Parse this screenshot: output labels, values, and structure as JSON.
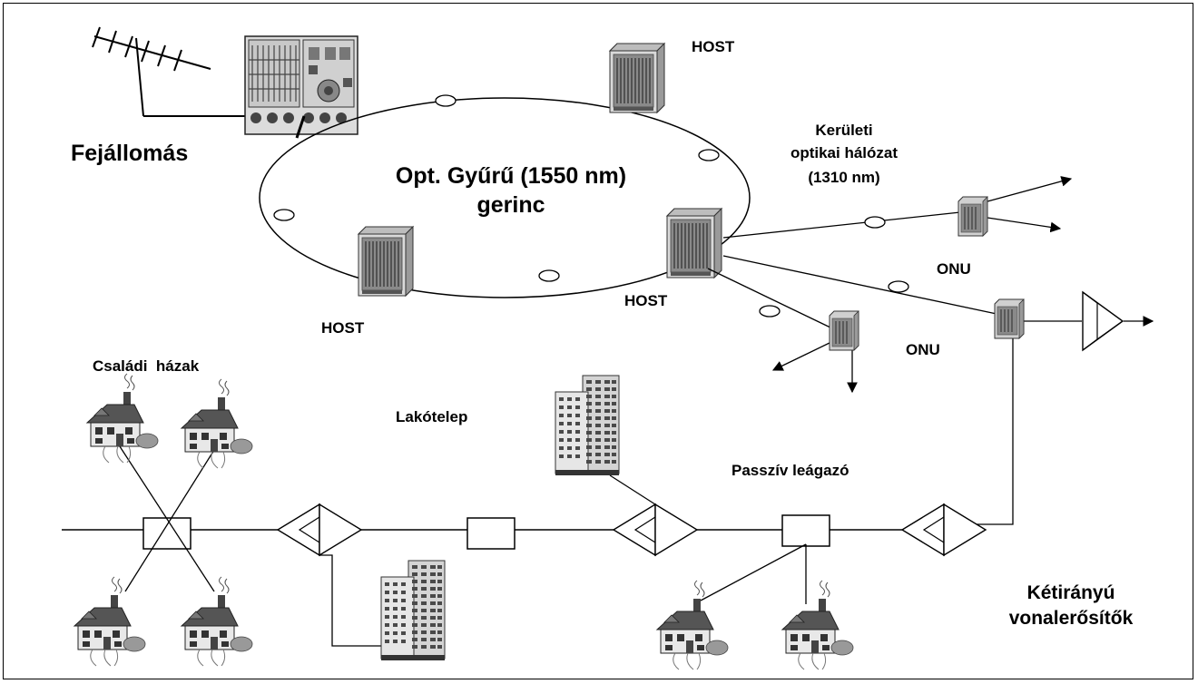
{
  "labels": {
    "headend": "Fejállomás",
    "ring_line1": "Opt. Gyűrű (1550 nm)",
    "ring_line2": "gerinc",
    "host_top": "HOST",
    "host_left": "HOST",
    "host_right": "HOST",
    "district_line1": "Kerületi",
    "district_line2": "optikai hálózat",
    "district_line3": "(1310 nm)",
    "onu_top": "ONU",
    "onu_bottom": "ONU",
    "family_houses": "Családi  házak",
    "housing_estate": "Lakótelep",
    "passive_splitter": "Passzív leágazó",
    "amp_line1": "Kétirányú",
    "amp_line2": "vonalerősítők"
  },
  "colors": {
    "line": "#000000",
    "equipment": "#8a8a8a",
    "building": "#5a5a5a",
    "background": "#ffffff"
  },
  "icons": [
    "antenna-icon",
    "headend-rack-icon",
    "host-rack-icon",
    "onu-box-icon",
    "house-icon",
    "apartment-building-icon",
    "amplifier-icon",
    "splitter-box-icon"
  ]
}
